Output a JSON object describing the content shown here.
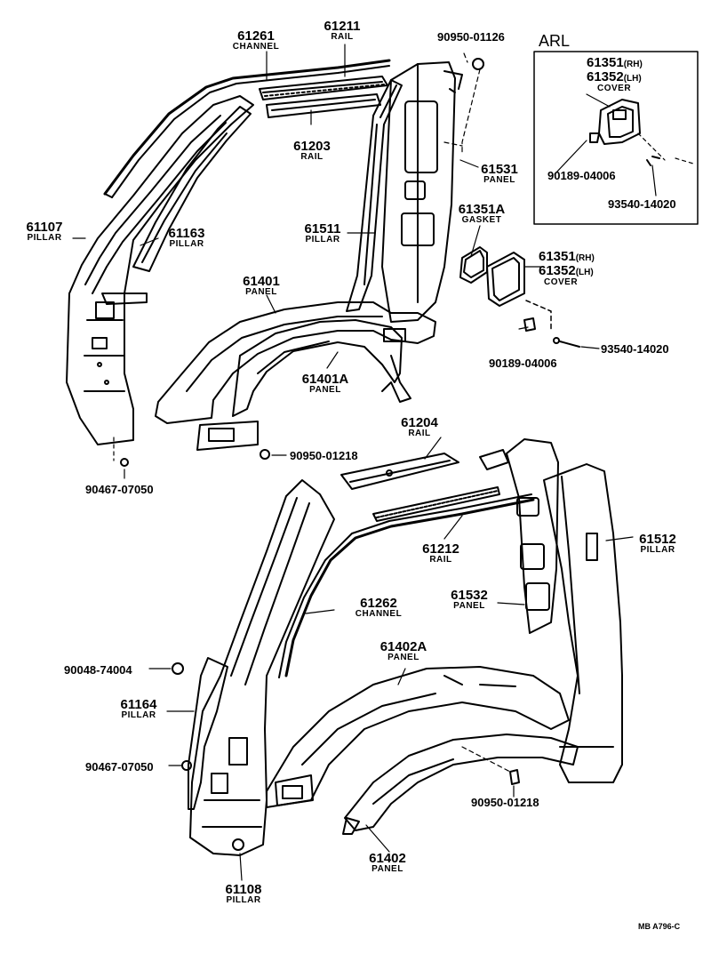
{
  "callouts": {
    "c61261": {
      "number": "61261",
      "name": "CHANNEL"
    },
    "c61211": {
      "number": "61211",
      "name": "RAIL"
    },
    "c61203": {
      "number": "61203",
      "name": "RAIL"
    },
    "c61531": {
      "number": "61531",
      "name": "PANEL"
    },
    "c61351a": {
      "number": "61351A",
      "name": "GASKET"
    },
    "c61511": {
      "number": "61511",
      "name": "PILLAR"
    },
    "c61107": {
      "number": "61107",
      "name": "PILLAR"
    },
    "c61163": {
      "number": "61163",
      "name": "PILLAR"
    },
    "c61401": {
      "number": "61401",
      "name": "PANEL"
    },
    "c61401a": {
      "number": "61401A",
      "name": "PANEL"
    },
    "c61204": {
      "number": "61204",
      "name": "RAIL"
    },
    "c61212": {
      "number": "61212",
      "name": "RAIL"
    },
    "c61512": {
      "number": "61512",
      "name": "PILLAR"
    },
    "c61262": {
      "number": "61262",
      "name": "CHANNEL"
    },
    "c61532": {
      "number": "61532",
      "name": "PANEL"
    },
    "c61402a": {
      "number": "61402A",
      "name": "PANEL"
    },
    "c61164": {
      "number": "61164",
      "name": "PILLAR"
    },
    "c61402": {
      "number": "61402",
      "name": "PANEL"
    },
    "c61108": {
      "number": "61108",
      "name": "PILLAR"
    }
  },
  "cover_main": {
    "rh": "61351",
    "rh_sfx": "(RH)",
    "lh": "61352",
    "lh_sfx": "(LH)",
    "name": "COVER"
  },
  "arl": {
    "title": "ARL",
    "rh": "61351",
    "rh_sfx": "(RH)",
    "lh": "61352",
    "lh_sfx": "(LH)",
    "name": "COVER",
    "clip": "90189-04006",
    "screw": "93540-14020"
  },
  "parts": {
    "p1": "90950-01126",
    "p2": "90189-04006",
    "p3": "93540-14020",
    "p4": "90467-07050",
    "p5": "90950-01218",
    "p6": "90048-74004",
    "p7": "90467-07050",
    "p8": "90950-01218"
  },
  "code": "MB  A796-C"
}
